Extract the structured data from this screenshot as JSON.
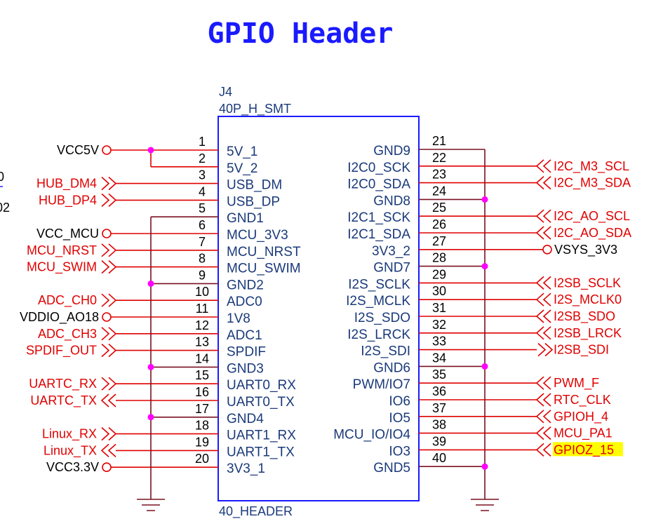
{
  "title": "GPIO Header",
  "connector": {
    "ref": "J4",
    "footprint": "40P_H_SMT",
    "value": "40_HEADER"
  },
  "left_pins": [
    {
      "num": "1",
      "name": "5V_1",
      "net": "VCC5V",
      "net_color": "black",
      "symbol": "circle"
    },
    {
      "num": "2",
      "name": "5V_2",
      "net": "",
      "net_color": "black",
      "symbol": "none"
    },
    {
      "num": "3",
      "name": "USB_DM",
      "net": "HUB_DM4",
      "net_color": "red",
      "symbol": "bidir"
    },
    {
      "num": "4",
      "name": "USB_DP",
      "net": "HUB_DP4",
      "net_color": "red",
      "symbol": "bidir"
    },
    {
      "num": "5",
      "name": "GND1",
      "net": "",
      "net_color": "black",
      "symbol": "gnd"
    },
    {
      "num": "6",
      "name": "MCU_3V3",
      "net": "VCC_MCU",
      "net_color": "black",
      "symbol": "circle"
    },
    {
      "num": "7",
      "name": "MCU_NRST",
      "net": "MCU_NRST",
      "net_color": "red",
      "symbol": "in"
    },
    {
      "num": "8",
      "name": "MCU_SWIM",
      "net": "MCU_SWIM",
      "net_color": "red",
      "symbol": "in"
    },
    {
      "num": "9",
      "name": "GND2",
      "net": "",
      "net_color": "black",
      "symbol": "gnd"
    },
    {
      "num": "10",
      "name": "ADC0",
      "net": "ADC_CH0",
      "net_color": "red",
      "symbol": "in"
    },
    {
      "num": "11",
      "name": "1V8",
      "net": "VDDIO_AO18",
      "net_color": "black",
      "symbol": "circle"
    },
    {
      "num": "12",
      "name": "ADC1",
      "net": "ADC_CH3",
      "net_color": "red",
      "symbol": "in"
    },
    {
      "num": "13",
      "name": "SPDIF",
      "net": "SPDIF_OUT",
      "net_color": "red",
      "symbol": "in"
    },
    {
      "num": "14",
      "name": "GND3",
      "net": "",
      "net_color": "black",
      "symbol": "gnd"
    },
    {
      "num": "15",
      "name": "UART0_RX",
      "net": "UARTC_RX",
      "net_color": "red",
      "symbol": "in"
    },
    {
      "num": "16",
      "name": "UART0_TX",
      "net": "UARTC_TX",
      "net_color": "red",
      "symbol": "out"
    },
    {
      "num": "17",
      "name": "GND4",
      "net": "",
      "net_color": "black",
      "symbol": "gnd"
    },
    {
      "num": "18",
      "name": "UART1_RX",
      "net": "Linux_RX",
      "net_color": "red",
      "symbol": "in"
    },
    {
      "num": "19",
      "name": "UART1_TX",
      "net": "Linux_TX",
      "net_color": "red",
      "symbol": "out"
    },
    {
      "num": "20",
      "name": "3V3_1",
      "net": "VCC3.3V",
      "net_color": "black",
      "symbol": "circle"
    }
  ],
  "right_pins": [
    {
      "num": "21",
      "name": "GND9",
      "net": "",
      "net_color": "black",
      "symbol": "gnd"
    },
    {
      "num": "22",
      "name": "I2C0_SCK",
      "net": "I2C_M3_SCL",
      "net_color": "red",
      "symbol": "bidir"
    },
    {
      "num": "23",
      "name": "I2C0_SDA",
      "net": "I2C_M3_SDA",
      "net_color": "red",
      "symbol": "bidir"
    },
    {
      "num": "24",
      "name": "GND8",
      "net": "",
      "net_color": "black",
      "symbol": "gnd"
    },
    {
      "num": "25",
      "name": "I2C1_SCK",
      "net": "I2C_AO_SCL",
      "net_color": "red",
      "symbol": "bidir"
    },
    {
      "num": "26",
      "name": "I2C1_SDA",
      "net": "I2C_AO_SDA",
      "net_color": "red",
      "symbol": "bidir"
    },
    {
      "num": "27",
      "name": "3V3_2",
      "net": "VSYS_3V3",
      "net_color": "black",
      "symbol": "circle"
    },
    {
      "num": "28",
      "name": "GND7",
      "net": "",
      "net_color": "black",
      "symbol": "gnd"
    },
    {
      "num": "29",
      "name": "I2S_SCLK",
      "net": "I2SB_SCLK",
      "net_color": "red",
      "symbol": "bidir"
    },
    {
      "num": "30",
      "name": "I2S_MCLK",
      "net": "I2S_MCLK0",
      "net_color": "red",
      "symbol": "bidir"
    },
    {
      "num": "31",
      "name": "I2S_SDO",
      "net": "I2SB_SDO",
      "net_color": "red",
      "symbol": "bidir"
    },
    {
      "num": "32",
      "name": "I2S_LRCK",
      "net": "I2SB_LRCK",
      "net_color": "red",
      "symbol": "bidir"
    },
    {
      "num": "33",
      "name": "I2S_SDI",
      "net": "I2SB_SDI",
      "net_color": "red",
      "symbol": "out"
    },
    {
      "num": "34",
      "name": "GND6",
      "net": "",
      "net_color": "black",
      "symbol": "gnd"
    },
    {
      "num": "35",
      "name": "PWM/IO7",
      "net": "PWM_F",
      "net_color": "red",
      "symbol": "in"
    },
    {
      "num": "36",
      "name": "IO6",
      "net": "RTC_CLK",
      "net_color": "red",
      "symbol": "in"
    },
    {
      "num": "37",
      "name": "IO5",
      "net": "GPIOH_4",
      "net_color": "red",
      "symbol": "in"
    },
    {
      "num": "38",
      "name": "MCU_IO/IO4",
      "net": "MCU_PA1",
      "net_color": "red",
      "symbol": "in"
    },
    {
      "num": "39",
      "name": "IO3",
      "net": "GPIOZ_15",
      "net_color": "red",
      "symbol": "in",
      "highlight": true
    },
    {
      "num": "40",
      "name": "GND5",
      "net": "",
      "net_color": "black",
      "symbol": "gnd"
    }
  ],
  "edge_fragments": [
    "0",
    "02"
  ],
  "colors": {
    "title": "#1a1aff",
    "box": "#1a1aff",
    "pin_text": "#1a3a7a",
    "net_red": "#e00000",
    "wire_dark": "#7a1020",
    "junction": "#ff00ff",
    "highlight": "#ffff00"
  }
}
